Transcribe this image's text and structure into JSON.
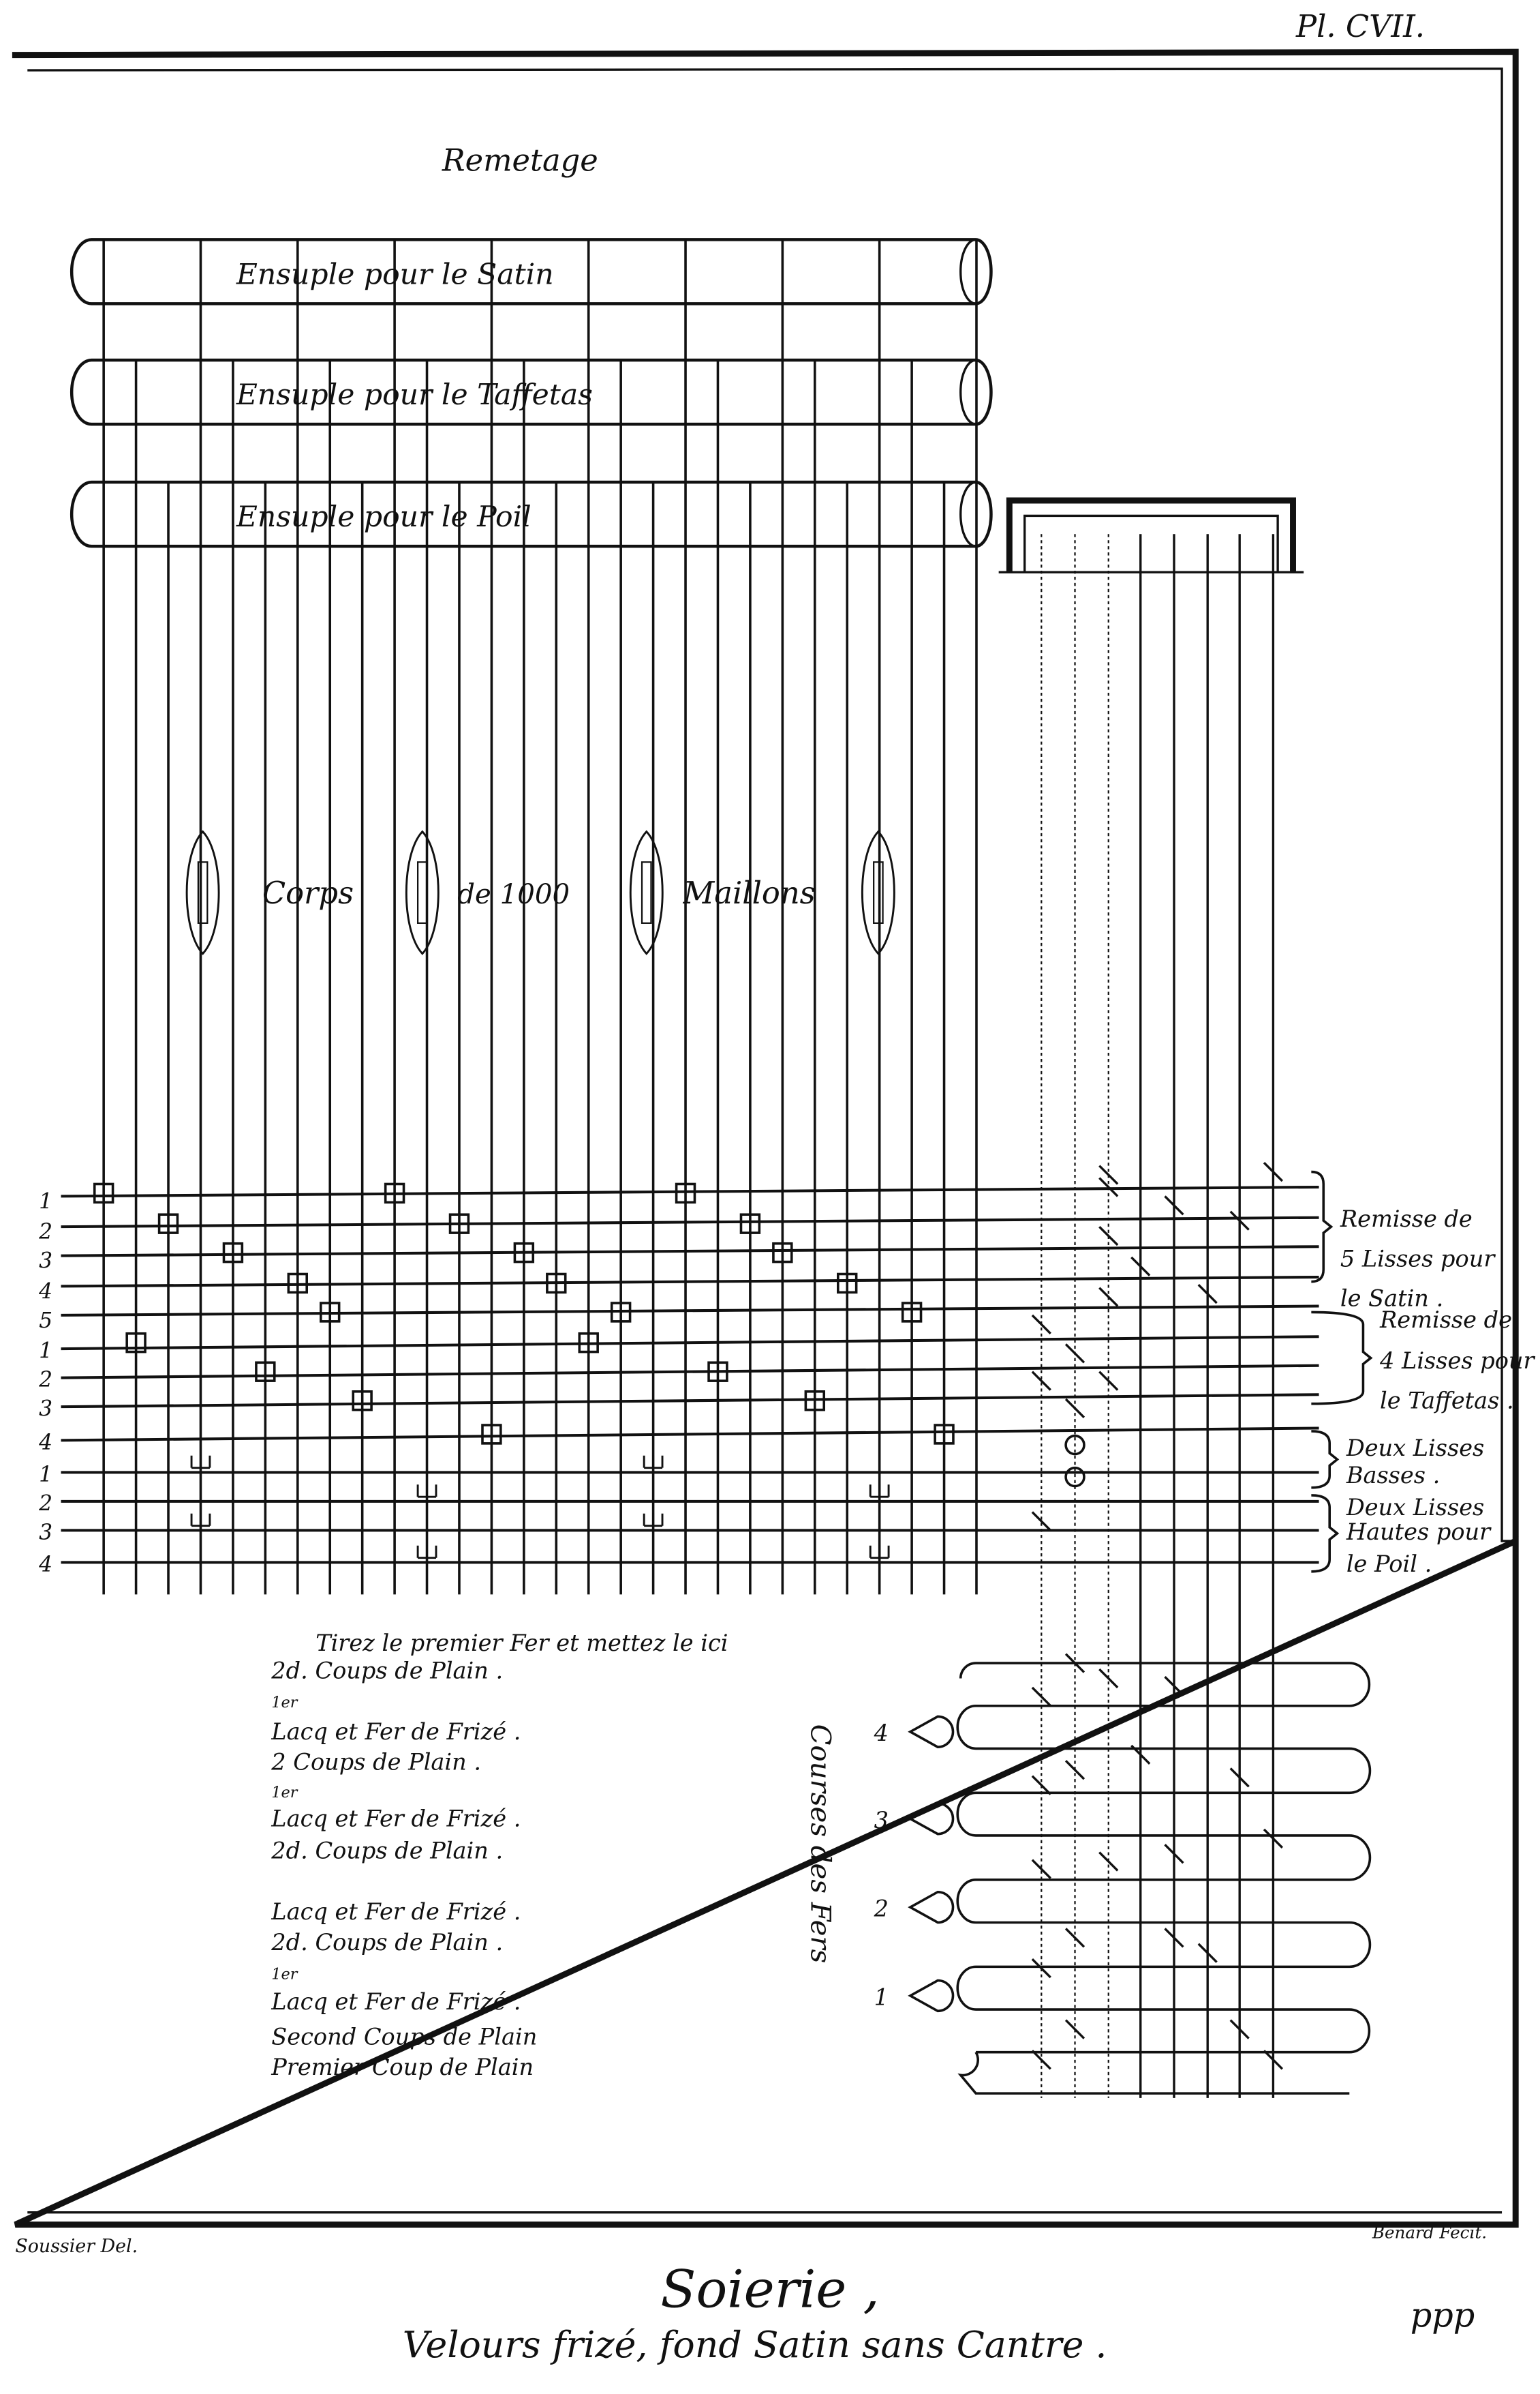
{
  "plate": {
    "number": "Pl. CVII.",
    "heading": "Remetage",
    "rollers": [
      "Ensuple pour le Satin",
      "Ensuple pour le Taffetas",
      "Ensuple pour le Poil"
    ],
    "corps": [
      "Corps",
      "de 1000",
      "Maillons"
    ],
    "row_numbers": [
      "1",
      "2",
      "3",
      "4",
      "5",
      "1",
      "2",
      "3",
      "4",
      "1",
      "2",
      "3",
      "4"
    ],
    "braces": [
      {
        "lines": [
          "Remisse de",
          "5 Lisses pour",
          "le Satin ."
        ]
      },
      {
        "lines": [
          "Remisse de",
          "4 Lisses pour",
          "le Taffetas ."
        ]
      },
      {
        "lines": [
          "Deux Lisses",
          "Basses ."
        ]
      },
      {
        "lines": [
          "Deux Lisses",
          "Hautes pour",
          "le Poil ."
        ]
      }
    ],
    "instructions": [
      "Tirez le premier Fer et mettez le ici",
      "2d. Coups de Plain .",
      "1er",
      "Lacq et Fer de Frizé .",
      "2 Coups de Plain .",
      "1er",
      "Lacq et Fer de Frizé .",
      "2d. Coups de Plain .",
      "Lacq et Fer de Frizé .",
      "2d. Coups de Plain .",
      "1er",
      "Lacq et Fer de Frizé .",
      "Second Coups de Plain",
      "Premier Coup de Plain"
    ],
    "courses_label": "Courses des Fers",
    "fer_numbers": [
      "4",
      "3",
      "2",
      "1"
    ],
    "draughtsman": "Soussier Del.",
    "engraver": "Benard Fecit.",
    "title": "Soierie ,",
    "subtitle": "Velours frizé, fond Satin sans Cantre .",
    "signature": "ppp"
  }
}
